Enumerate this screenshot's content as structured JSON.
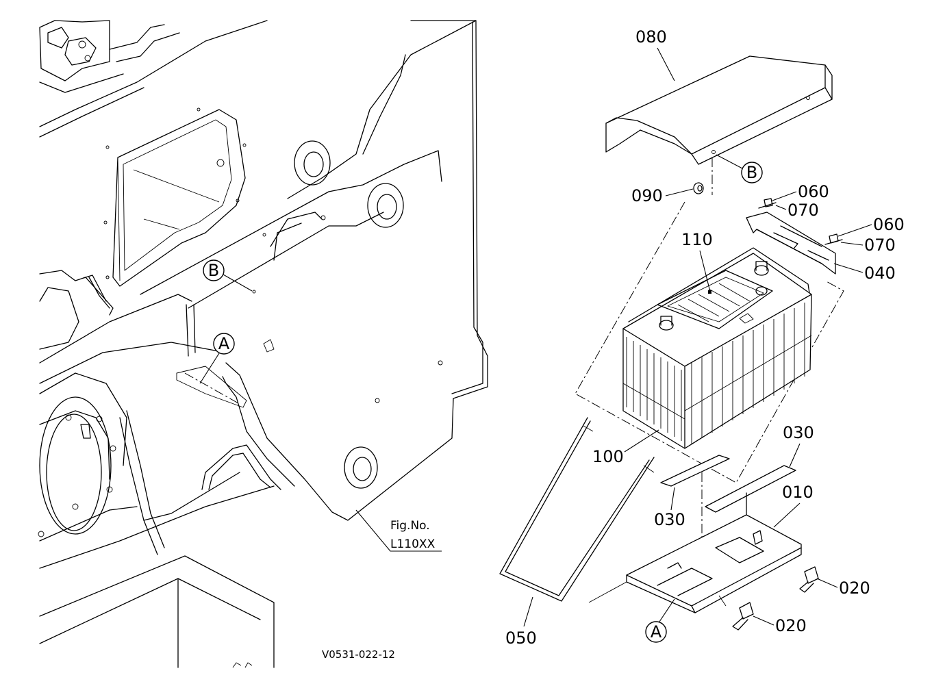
{
  "diagram": {
    "part_labels": {
      "p010": "010",
      "p020a": "020",
      "p020b": "020",
      "p030a": "030",
      "p030b": "030",
      "p040": "040",
      "p050": "050",
      "p060a": "060",
      "p060b": "060",
      "p070a": "070",
      "p070b": "070",
      "p080": "080",
      "p090": "090",
      "p100": "100",
      "p110": "110"
    },
    "reference_markers": {
      "a_left": "A",
      "b_left": "B",
      "a_right": "A",
      "b_right": "B"
    },
    "figure_caption": {
      "title": "Fig.No.",
      "number": "L110XX"
    },
    "drawing_code": "V0531-022-12"
  }
}
